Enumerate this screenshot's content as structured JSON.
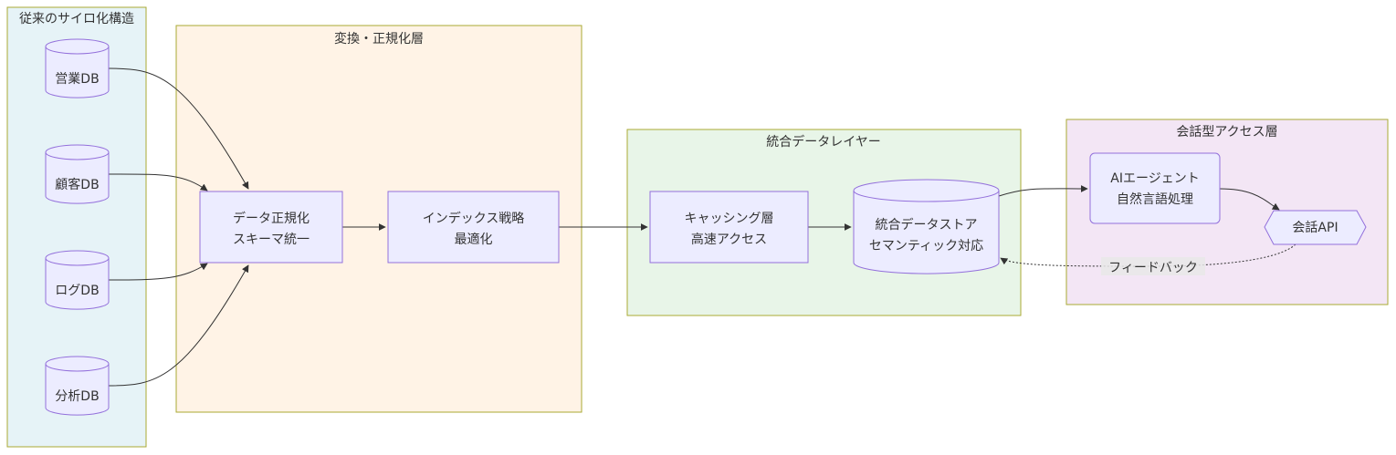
{
  "subgraphs": {
    "legacy": "従来のサイロ化構造",
    "transform": "変換・正規化層",
    "unified": "統合データレイヤー",
    "conversational": "会話型アクセス層"
  },
  "nodes": {
    "sales_db": "営業DB",
    "customer_db": "顧客DB",
    "log_db": "ログDB",
    "analytics_db": "分析DB",
    "normalize": [
      "データ正規化",
      "スキーマ統一"
    ],
    "index": [
      "インデックス戦略",
      "最適化"
    ],
    "cache": [
      "キャッシング層",
      "高速アクセス"
    ],
    "store": [
      "統合データストア",
      "セマンティック対応"
    ],
    "agent": [
      "AIエージェント",
      "自然言語処理"
    ],
    "api": "会話API"
  },
  "edges": {
    "feedback": "フィードバック"
  },
  "colors": {
    "node_fill": "#ECECFF",
    "node_stroke": "#9370DB",
    "legacy_bg": "#E6F3F7",
    "transform_bg": "#FFF3E6",
    "unified_bg": "#E8F5E8",
    "conversational_bg": "#F3E6F5",
    "cluster_stroke": "#AAAA33",
    "edge": "#333333"
  }
}
